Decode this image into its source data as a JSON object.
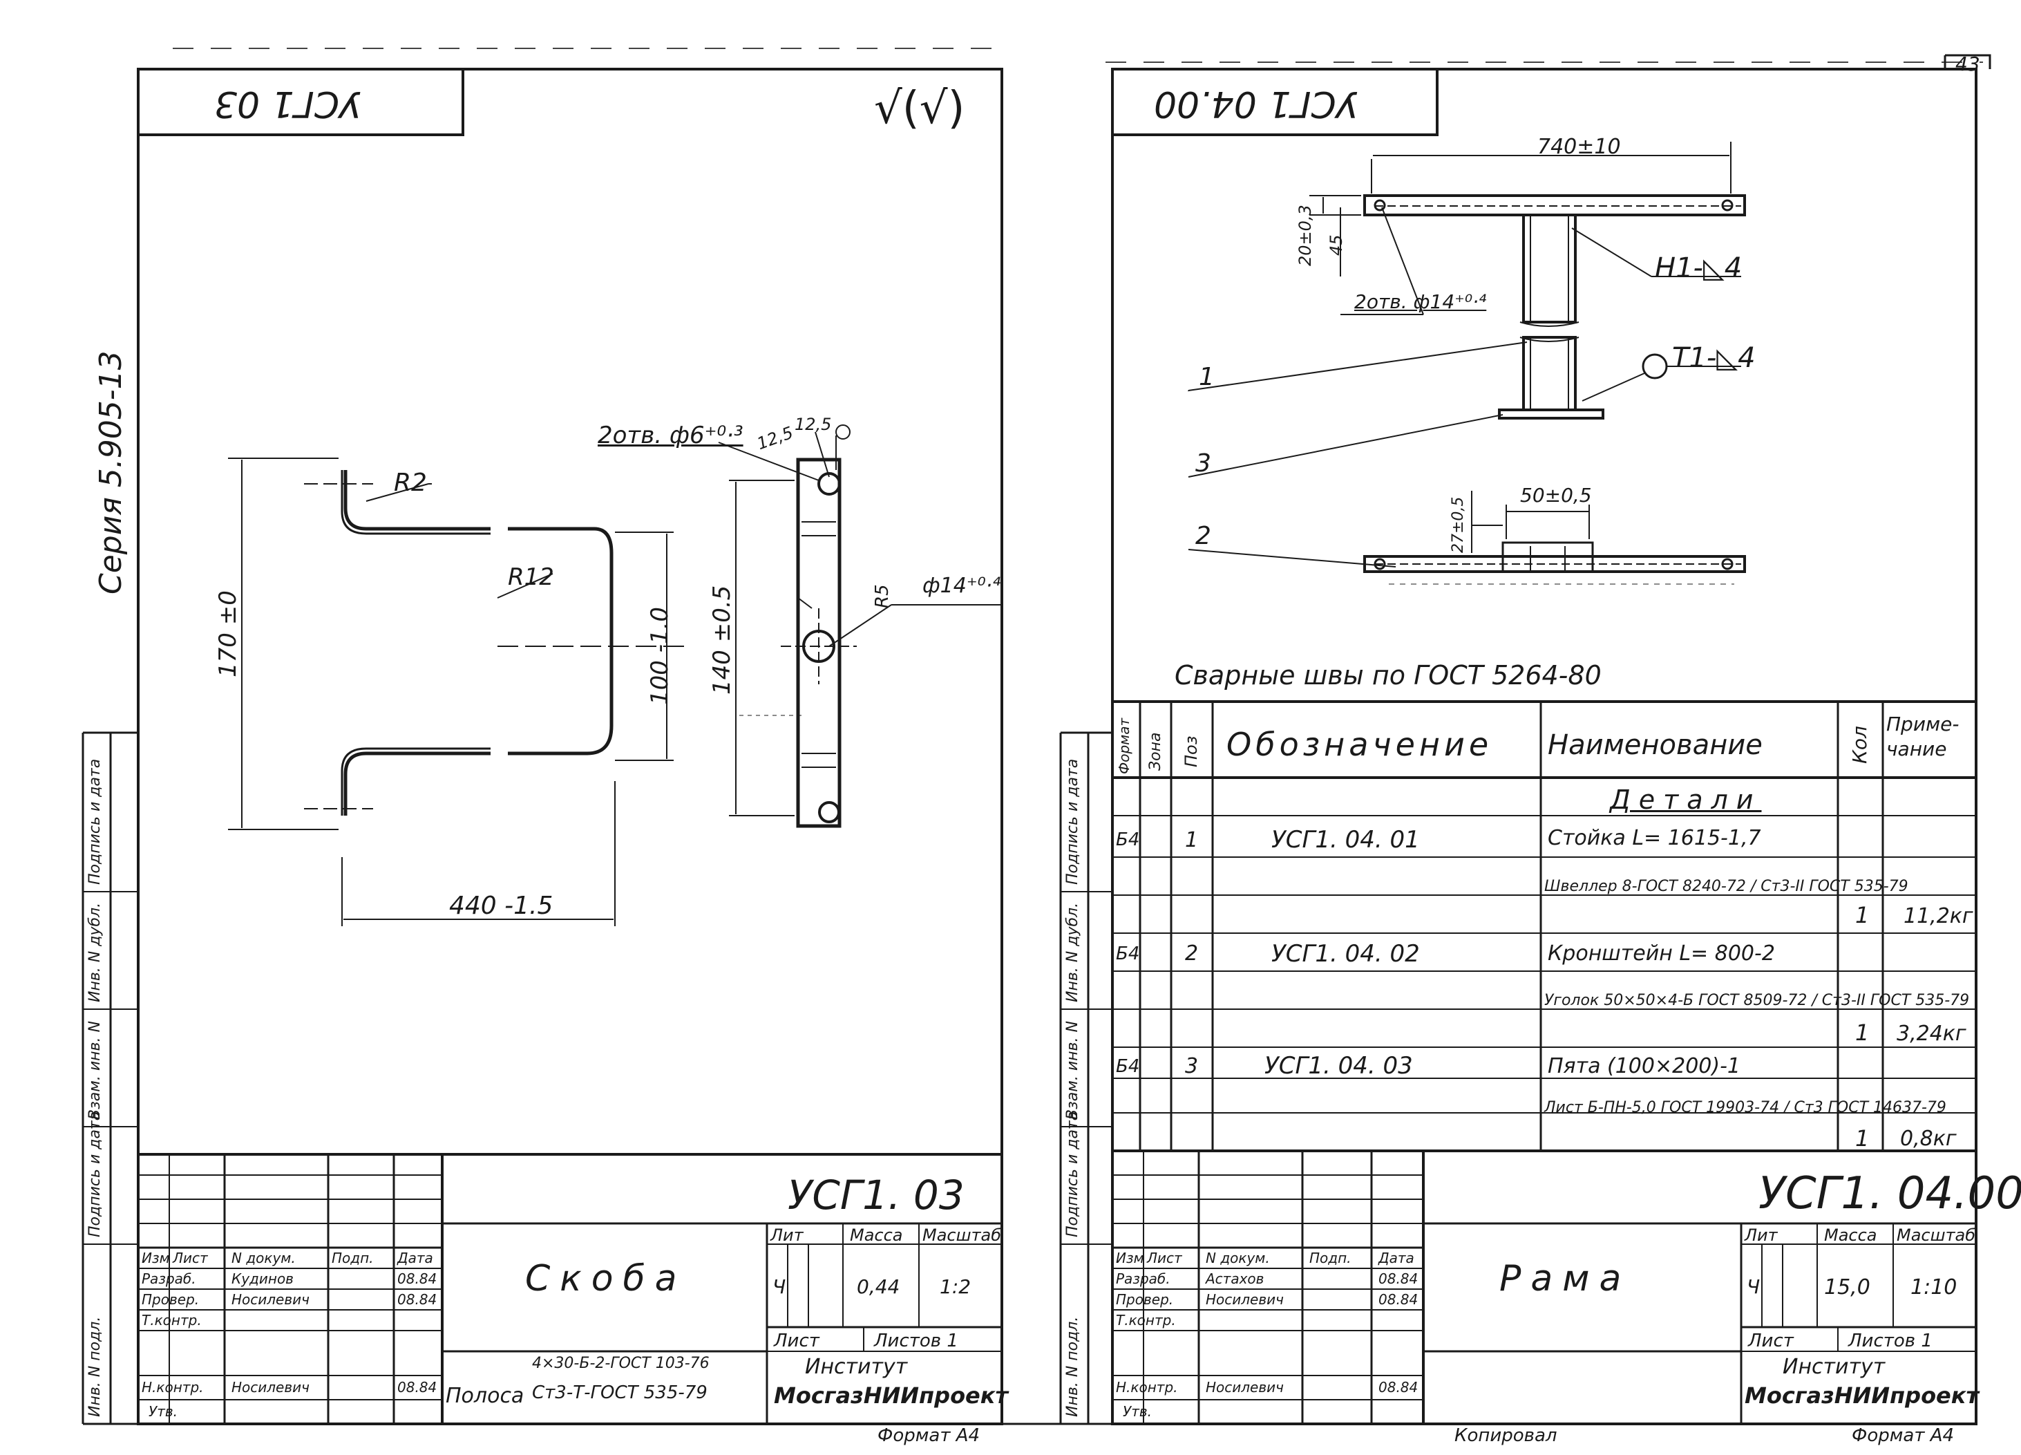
{
  "page_number": "43",
  "series_label": "Серия 5.905-13",
  "left_sheet": {
    "stamp_code": "УСГ1 03",
    "roughness_mark": "√(√)",
    "hole_note": "2отв. ф6⁺⁰·³",
    "dims": {
      "r2": "R2",
      "r12": "R12",
      "height_outer": "170 ±0",
      "height_inner": "100 -1.0",
      "width": "440 -1.5",
      "height_bar": "140 ±0.5",
      "d12_5a": "12,5",
      "d12_5b": "12,5",
      "r5": "R5",
      "hole14": "ф14⁺⁰·⁴"
    },
    "title_block": {
      "code": "УСГ1. 03",
      "name": "Скоба",
      "lit_header": "Лит",
      "mass_header": "Масса",
      "scale_header": "Масштаб",
      "lit": "Ч",
      "mass": "0,44",
      "scale": "1:2",
      "sheet": "Лист",
      "sheets": "Листов 1",
      "institute": "Институт",
      "org": "МосгазНИИпроект",
      "material_prefix": "Полоса",
      "material_top": "4×30-Б-2-ГОСТ 103-76",
      "material_bottom": "Ст3-Т-ГОСТ 535-79",
      "rows": [
        {
          "role": "Изм",
          "c2": "Лист",
          "c3": "N докум.",
          "c4": "Подп.",
          "c5": "Дата"
        },
        {
          "role": "Разраб.",
          "c2": "",
          "c3": "Кудинов",
          "c4": "",
          "c5": "08.84"
        },
        {
          "role": "Провер.",
          "c2": "",
          "c3": "Носилевич",
          "c4": "",
          "c5": "08.84"
        },
        {
          "role": "Т.контр.",
          "c2": "",
          "c3": "",
          "c4": "",
          "c5": ""
        },
        {
          "role": "",
          "c2": "",
          "c3": "",
          "c4": "",
          "c5": ""
        },
        {
          "role": "Н.контр.",
          "c2": "",
          "c3": "Носилевич",
          "c4": "",
          "c5": "08.84"
        },
        {
          "role": "Утв.",
          "c2": "",
          "c3": "",
          "c4": "",
          "c5": ""
        }
      ],
      "format": "Формат А4"
    }
  },
  "right_sheet": {
    "stamp_code": "УСГ1 04.00",
    "dims": {
      "width": "740±10",
      "h20": "20±0,3",
      "h45": "45",
      "holes": "2отв. ф14⁺⁰·⁴",
      "h27": "27±0,5",
      "w50": "50±0,5"
    },
    "weld_h1": "Н1-◺4",
    "weld_t1": "Т1-◺4",
    "weld_t1_mark": "",
    "pos1": "1",
    "pos2": "2",
    "pos3": "3",
    "weld_note": "Сварные швы по ГОСТ 5264-80",
    "spec": {
      "headers": {
        "format": "Формат",
        "zone": "Зона",
        "pos": "Поз",
        "designation": "Обозначение",
        "name": "Наименование",
        "qty": "Кол",
        "note": "Приме- чание"
      },
      "section": "Детали",
      "rows": [
        {
          "format": "Б4",
          "pos": "1",
          "designation": "УСГ1. 04. 01",
          "name": "Стойка  L= 1615-1,7",
          "qty": "",
          "note": ""
        },
        {
          "format": "",
          "pos": "",
          "designation": "",
          "name": "Швеллер  8-ГОСТ 8240-72 / Ст3-II ГОСТ 535-79",
          "qty": "1",
          "note": "11,2кг"
        },
        {
          "format": "Б4",
          "pos": "2",
          "designation": "УСГ1. 04. 02",
          "name": "Кронштейн  L= 800-2",
          "qty": "",
          "note": ""
        },
        {
          "format": "",
          "pos": "",
          "designation": "",
          "name": "Уголок  50×50×4-Б ГОСТ 8509-72 / Ст3-II ГОСТ 535-79",
          "qty": "1",
          "note": "3,24кг"
        },
        {
          "format": "Б4",
          "pos": "3",
          "designation": "УСГ1. 04. 03",
          "name": "Пята  (100×200)-1",
          "qty": "",
          "note": ""
        },
        {
          "format": "",
          "pos": "",
          "designation": "",
          "name": "Лист  Б-ПН-5,0 ГОСТ 19903-74 / Ст3 ГОСТ 14637-79",
          "qty": "1",
          "note": "0,8кг"
        }
      ]
    },
    "title_block": {
      "code": "УСГ1. 04.00",
      "name": "Рама",
      "lit_header": "Лит",
      "mass_header": "Масса",
      "scale_header": "Масштаб",
      "lit": "Ч",
      "mass": "15,0",
      "scale": "1:10",
      "sheet": "Лист",
      "sheets": "Листов 1",
      "institute": "Институт",
      "org": "МосгазНИИпроект",
      "rows": [
        {
          "role": "Изм",
          "c2": "Лист",
          "c3": "N докум.",
          "c4": "Подп.",
          "c5": "Дата"
        },
        {
          "role": "Разраб.",
          "c2": "",
          "c3": "Астахов",
          "c4": "",
          "c5": "08.84"
        },
        {
          "role": "Провер.",
          "c2": "",
          "c3": "Носилевич",
          "c4": "",
          "c5": "08.84"
        },
        {
          "role": "Т.контр.",
          "c2": "",
          "c3": "",
          "c4": "",
          "c5": ""
        },
        {
          "role": "",
          "c2": "",
          "c3": "",
          "c4": "",
          "c5": ""
        },
        {
          "role": "Н.контр.",
          "c2": "",
          "c3": "Носилевич",
          "c4": "",
          "c5": "08.84"
        },
        {
          "role": "Утв.",
          "c2": "",
          "c3": "",
          "c4": "",
          "c5": ""
        }
      ],
      "copied": "Копировал",
      "format": "Формат А4"
    }
  },
  "side_labels": [
    "Инв. N подл.",
    "Подпись и дата",
    "Взам. инв. N",
    "Инв. N дубл.",
    "Подпись и дата"
  ]
}
